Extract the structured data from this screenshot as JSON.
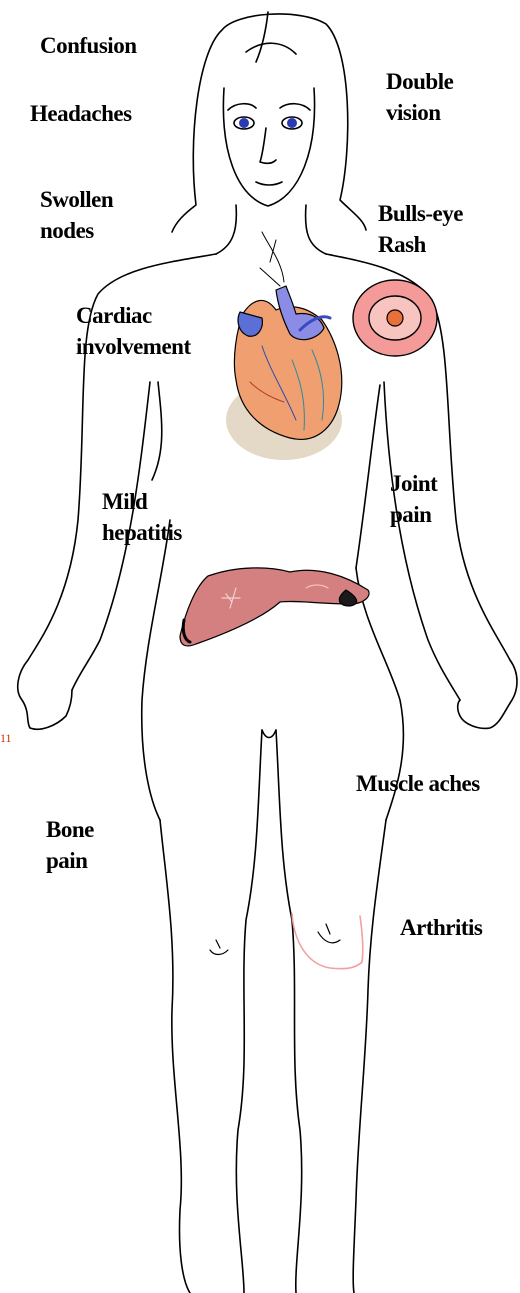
{
  "labels": {
    "confusion": [
      "Confusion"
    ],
    "headaches": [
      "Headaches"
    ],
    "double_vision": [
      "Double",
      "vision"
    ],
    "swollen_nodes": [
      "Swollen",
      "nodes"
    ],
    "bulls_eye_rash": [
      "Bulls-eye",
      "Rash"
    ],
    "cardiac_involvement": [
      "Cardiac",
      "involvement"
    ],
    "mild_hepatitis": [
      "Mild",
      "hepatitis"
    ],
    "joint_pain": [
      "Joint",
      "pain"
    ],
    "muscle_aches": [
      "Muscle aches"
    ],
    "bone_pain": [
      "Bone",
      "pain"
    ],
    "arthritis": [
      "Arthritis"
    ]
  },
  "page_number": "11",
  "colors": {
    "outline": "#000000",
    "rash_outer": "#f49a98",
    "rash_center": "#e8703a",
    "heart_muscle": "#f0a070",
    "heart_vessel_blue": "#5b6fd6",
    "liver": "#d48080",
    "knee_highlight": "#f2a0a0"
  }
}
